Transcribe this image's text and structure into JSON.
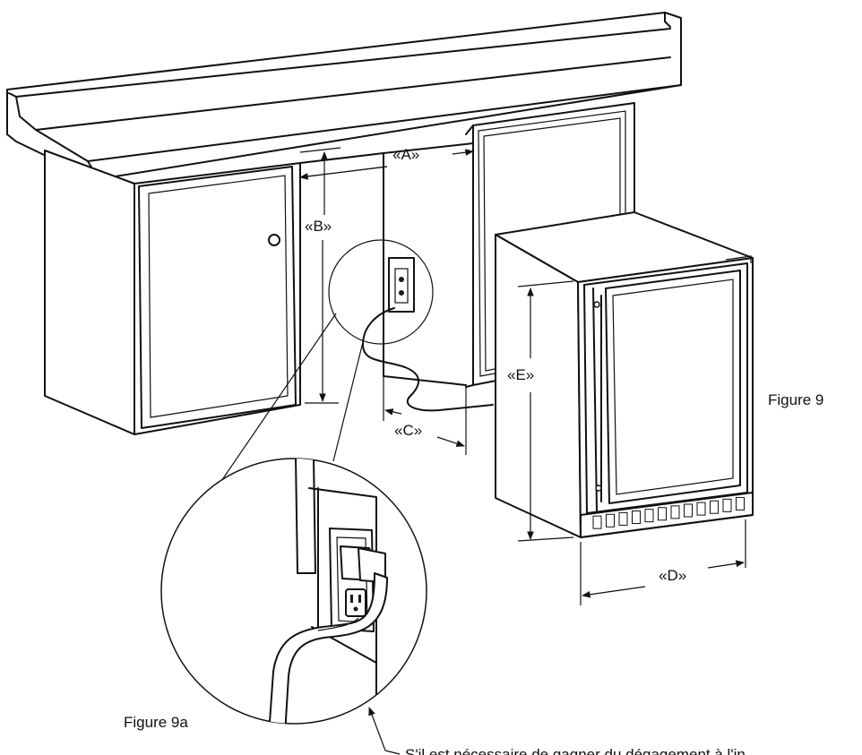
{
  "labels": {
    "a": "«A»",
    "b": "«B»",
    "c": "«C»",
    "d": "«D»",
    "e": "«E»"
  },
  "captions": {
    "figure_main": "Figure 9",
    "figure_detail": "Figure 9a",
    "note": "S'il est nécessaire de gagner du dégagement à l'in"
  }
}
